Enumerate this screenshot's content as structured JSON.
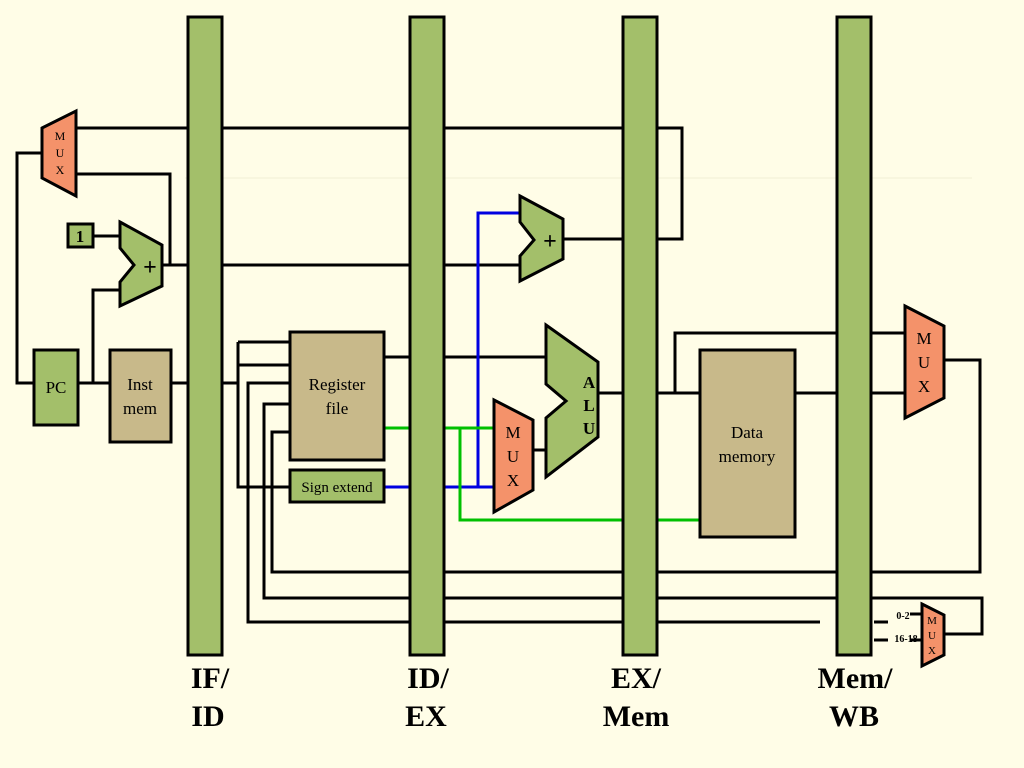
{
  "colors": {
    "background": "#FFFDE7",
    "pipeline_register": "#A3BF6A",
    "mux_fill": "#F4926A",
    "adder_fill": "#A3BF6A",
    "block_fill": "#C8B98A",
    "pc_fill": "#A3BF6A",
    "wire_black": "#000000",
    "wire_blue": "#0000E0",
    "wire_green": "#00C000"
  },
  "pipeline_registers": [
    {
      "line1": "IF/",
      "line2": "ID"
    },
    {
      "line1": "ID/",
      "line2": "EX"
    },
    {
      "line1": "EX/",
      "line2": "Mem"
    },
    {
      "line1": "Mem/",
      "line2": "WB"
    }
  ],
  "blocks": {
    "pc": "PC",
    "inst_mem_line1": "Inst",
    "inst_mem_line2": "mem",
    "register_file_line1": "Register",
    "register_file_line2": "file",
    "sign_extend": "Sign extend",
    "data_memory_line1": "Data",
    "data_memory_line2": "memory",
    "constant_one": "1"
  },
  "muxes": {
    "pc_mux": [
      "M",
      "U",
      "X"
    ],
    "alu_src_mux": [
      "M",
      "U",
      "X"
    ],
    "wb_mux": [
      "M",
      "U",
      "X"
    ],
    "reg_dst_mux": [
      "M",
      "U",
      "X"
    ]
  },
  "alu_letters": [
    "A",
    "L",
    "U"
  ],
  "adders": {
    "pc_adder": "+",
    "branch_adder": "+"
  },
  "reg_dst_labels": {
    "top": "0-2",
    "bottom": "16-18"
  }
}
